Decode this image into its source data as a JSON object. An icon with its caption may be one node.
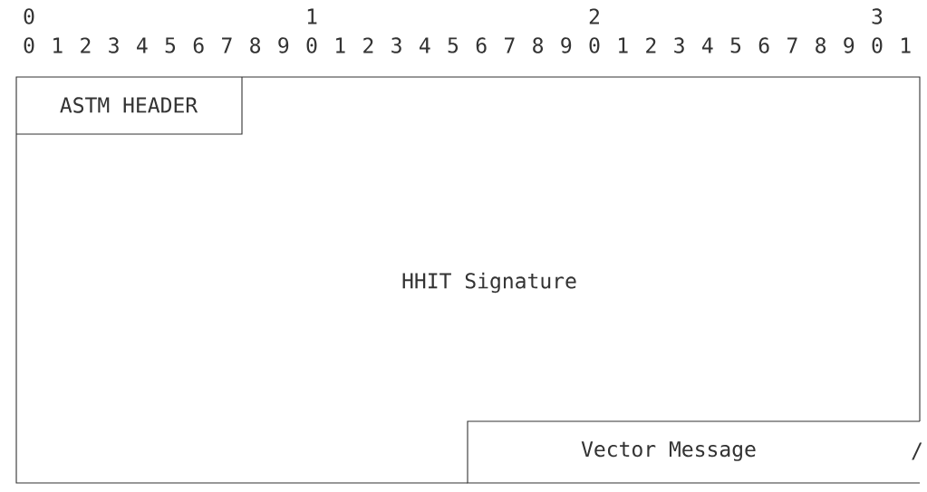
{
  "diagram": {
    "nodes": [
      {
        "text": [
          "HHIT Signature"
        ]
      },
      {
        "text": [
          "ASTM HEADER"
        ],
        "in": 0
      },
      {
        "text": [
          "Vector Message"
        ],
        "in": 0
      }
    ],
    "labels": [
      "0",
      "1",
      "2",
      "3",
      "0",
      "1",
      "2",
      "3",
      "4",
      "5",
      "6",
      "7",
      "8",
      "9",
      "0",
      "1",
      "2",
      "3",
      "4",
      "5",
      "6",
      "7",
      "8",
      "9",
      "0",
      "1",
      "2",
      "3",
      "4",
      "5",
      "6",
      "7",
      "8",
      "9",
      "0",
      "1",
      "/"
    ]
  }
}
